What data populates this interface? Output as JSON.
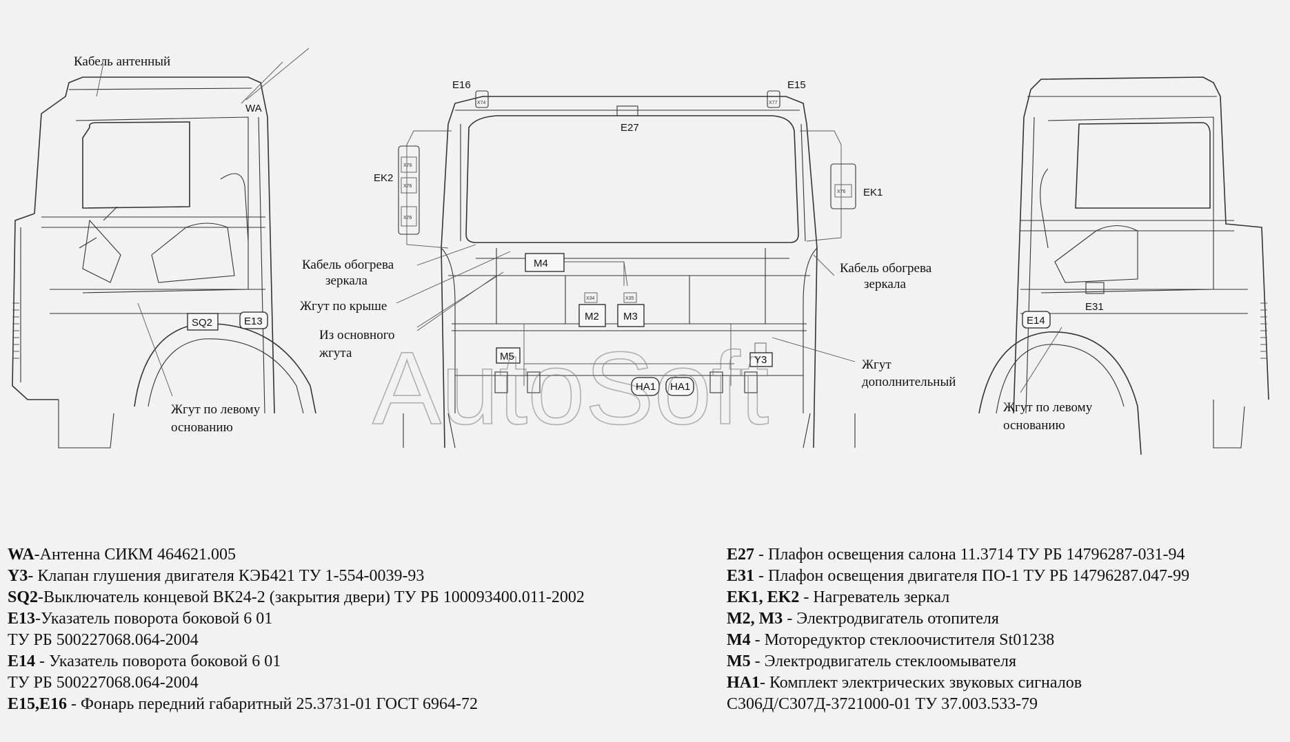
{
  "drawing": {
    "labels": {
      "antenna_cable": "Кабель антенный",
      "wa": "WA",
      "mirror_cable_left_1": "Кабель обогрева",
      "mirror_cable_left_2": "зеркала",
      "roof_harness": "Жгут по крыше",
      "main_harness_1": "Из основного",
      "main_harness_2": "жгута",
      "mirror_cable_right_1": "Кабель обогрева",
      "mirror_cable_right_2": "зеркала",
      "extra_harness_1": "Жгут",
      "extra_harness_2": "дополнительный",
      "left_base_harness_1_a": "Жгут по левому",
      "left_base_harness_2_a": "основанию",
      "left_base_harness_1_b": "Жгут по левому",
      "left_base_harness_2_b": "основанию"
    },
    "components": {
      "e16": "E16",
      "e15": "E15",
      "e27": "E27",
      "ek2": "EK2",
      "ek1": "EK1",
      "m4": "M4",
      "m2": "M2",
      "m3": "M3",
      "m5": "M5",
      "y3": "Y3",
      "ha1_a": "HA1",
      "ha1_b": "HA1",
      "sq2": "SQ2",
      "e13": "E13",
      "e14": "E14",
      "e31": "E31"
    },
    "watermark": "AutoSoft"
  },
  "legend": {
    "left": [
      {
        "code": "WA",
        "text": "-Антенна СИКМ 464621.005"
      },
      {
        "code": "Y3",
        "text": "- Клапан глушения двигателя КЭБ421 ТУ 1-554-0039-93"
      },
      {
        "code": "SQ2",
        "text": "-Выключатель концевой ВК24-2 (закрытия двери)   ТУ РБ 100093400.011-2002"
      },
      {
        "code": "E13",
        "text": "-Указатель поворота боковой 6 01"
      },
      {
        "code": "",
        "text": "ТУ РБ 500227068.064-2004"
      },
      {
        "code": "E14",
        "text": " - Указатель поворота боковой 6 01"
      },
      {
        "code": "",
        "text": "ТУ РБ 500227068.064-2004"
      },
      {
        "code": "E15,E16",
        "text": " - Фонарь передний габаритный 25.3731-01 ГОСТ 6964-72"
      }
    ],
    "right": [
      {
        "code": "E27",
        "text": " - Плафон освещения салона 11.3714 ТУ РБ 14796287-031-94"
      },
      {
        "code": "E31",
        "text": " - Плафон освещения двигателя ПО-1 ТУ РБ 14796287.047-99"
      },
      {
        "code": "EK1, EK2",
        "text": " - Нагреватель зеркал"
      },
      {
        "code": "M2, M3",
        "text": " - Электродвигатель отопителя"
      },
      {
        "code": "M4",
        "text": " - Моторедуктор стеклоочистителя St01238"
      },
      {
        "code": "M5",
        "text": " - Электродвигатель стеклоомывателя"
      },
      {
        "code": "HA1",
        "text": "- Комплект электрических звуковых сигналов"
      },
      {
        "code": "",
        "text": "С306Д/С307Д-3721000-01 ТУ 37.003.533-79"
      }
    ]
  }
}
